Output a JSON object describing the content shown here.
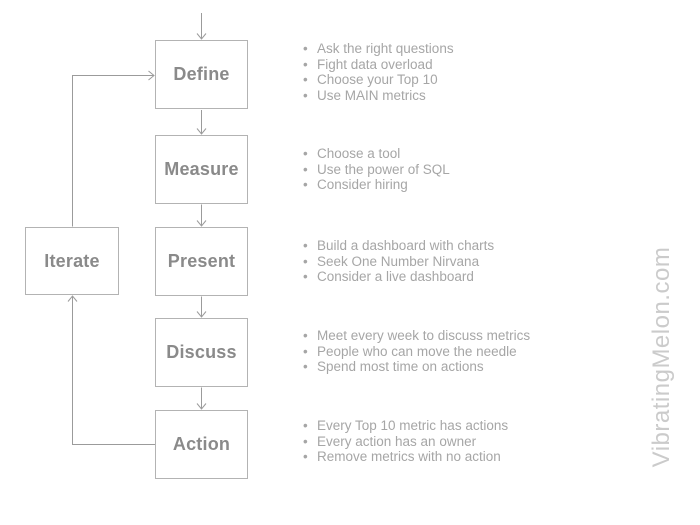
{
  "diagram": {
    "watermark": "VibratingMelon.com",
    "bullet_char": "•",
    "colors": {
      "background": "#ffffff",
      "box_border": "#b3b3b3",
      "box_label": "#8a8a8a",
      "bullet_text": "#a6a6a6",
      "connector": "#9b9b9b",
      "watermark": "#cbcbcb"
    },
    "loop": {
      "label": "Iterate"
    },
    "steps": [
      {
        "label": "Define",
        "bullets": [
          "Ask the right questions",
          "Fight data overload",
          "Choose your Top 10",
          "Use MAIN metrics"
        ]
      },
      {
        "label": "Measure",
        "bullets": [
          "Choose a tool",
          "Use the power of SQL",
          "Consider hiring"
        ]
      },
      {
        "label": "Present",
        "bullets": [
          "Build a dashboard with charts",
          "Seek One Number Nirvana",
          "Consider a live dashboard"
        ]
      },
      {
        "label": "Discuss",
        "bullets": [
          "Meet every week to discuss metrics",
          "People who can move the needle",
          "Spend most time on actions"
        ]
      },
      {
        "label": "Action",
        "bullets": [
          "Every Top 10 metric has actions",
          "Every action has an owner",
          "Remove metrics with no action"
        ]
      }
    ]
  }
}
